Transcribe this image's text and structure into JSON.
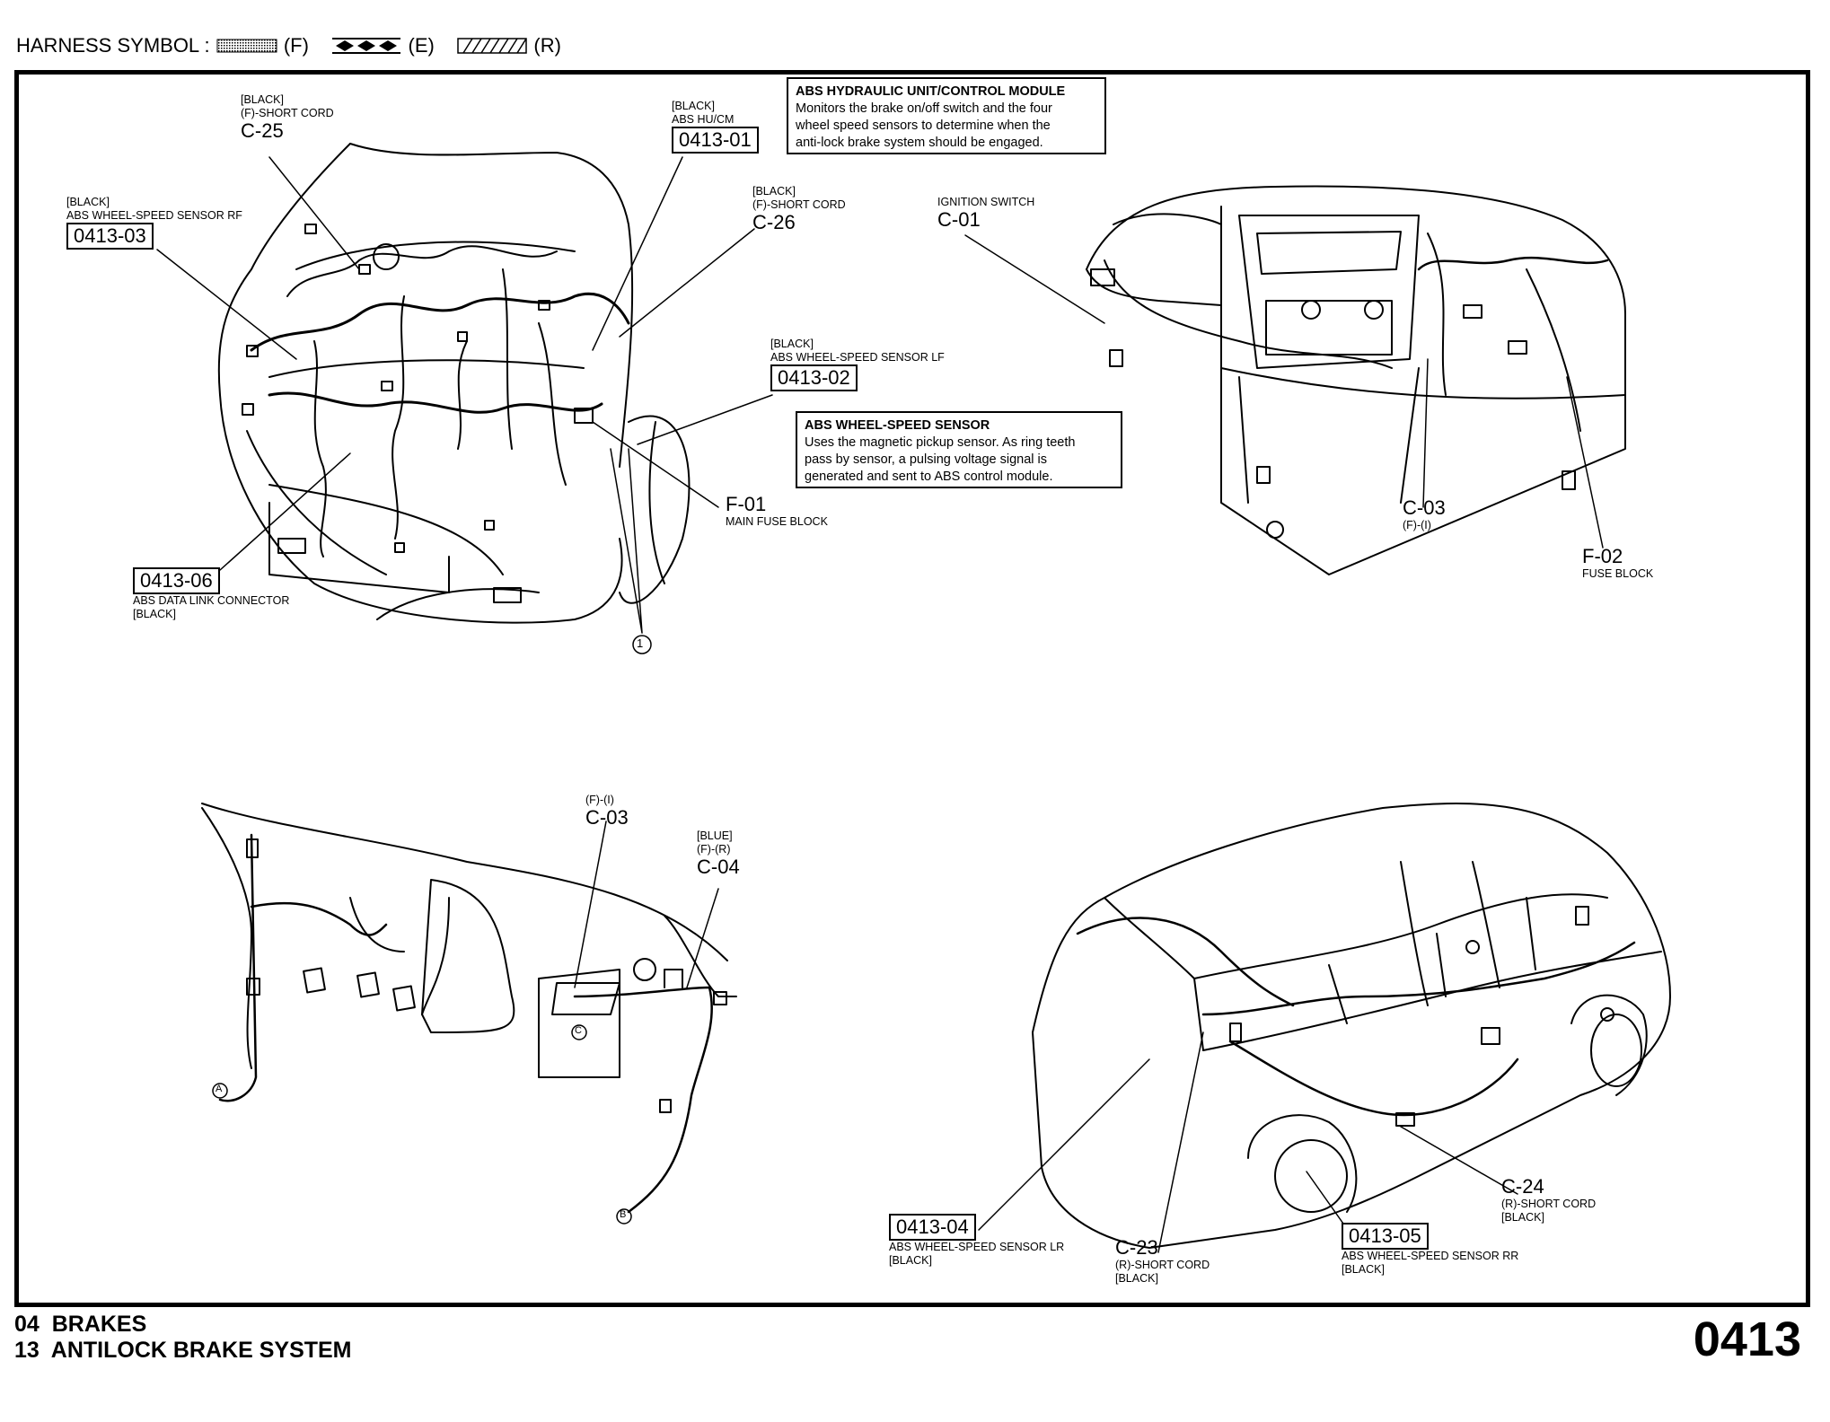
{
  "legend": {
    "label": "HARNESS SYMBOL :",
    "symbols": [
      "(F)",
      "(E)",
      "(R)"
    ]
  },
  "callouts": {
    "c25": {
      "lines": [
        "[BLACK]",
        "(F)-SHORT CORD"
      ],
      "code": "C-25"
    },
    "c0413_01": {
      "lines": [
        "[BLACK]",
        "ABS HU/CM"
      ],
      "code": "0413-01"
    },
    "c0413_03": {
      "lines": [
        "[BLACK]",
        "ABS WHEEL-SPEED SENSOR RF"
      ],
      "code": "0413-03"
    },
    "c26": {
      "lines": [
        "[BLACK]",
        "(F)-SHORT CORD"
      ],
      "code": "C-26"
    },
    "c01": {
      "lines": [
        "IGNITION SWITCH"
      ],
      "code": "C-01"
    },
    "c0413_02": {
      "lines": [
        "[BLACK]",
        "ABS WHEEL-SPEED SENSOR LF"
      ],
      "code": "0413-02"
    },
    "f01": {
      "code": "F-01",
      "lines": [
        "MAIN FUSE BLOCK"
      ]
    },
    "c0413_06": {
      "code": "0413-06",
      "lines": [
        "ABS DATA LINK CONNECTOR",
        "[BLACK]"
      ]
    },
    "c03_top": {
      "code": "C-03",
      "lines": [
        "(F)-(I)"
      ]
    },
    "f02": {
      "code": "F-02",
      "lines": [
        "FUSE BLOCK"
      ]
    },
    "c03_bottom": {
      "lines": [
        "(F)-(I)"
      ],
      "code": "C-03"
    },
    "c04": {
      "lines": [
        "[BLUE]",
        "(F)-(R)"
      ],
      "code": "C-04"
    },
    "c24": {
      "code": "C-24",
      "lines": [
        "(R)-SHORT CORD",
        "[BLACK]"
      ]
    },
    "c0413_04": {
      "code": "0413-04",
      "lines": [
        "ABS WHEEL-SPEED SENSOR LR",
        "[BLACK]"
      ]
    },
    "c23": {
      "code": "C-23",
      "lines": [
        "(R)-SHORT CORD",
        "[BLACK]"
      ]
    },
    "c0413_05": {
      "code": "0413-05",
      "lines": [
        "ABS WHEEL-SPEED SENSOR RR",
        "[BLACK]"
      ]
    }
  },
  "notes": {
    "hu": {
      "title": "ABS HYDRAULIC UNIT/CONTROL MODULE",
      "lines": [
        "Monitors the brake on/off switch and the four",
        "wheel speed sensors to determine when the",
        "anti-lock brake system should be engaged."
      ]
    },
    "ws": {
      "title": "ABS WHEEL-SPEED SENSOR",
      "lines": [
        "Uses the magnetic pickup sensor. As ring teeth",
        "pass by sensor, a pulsing voltage signal is",
        "generated and sent to ABS control module."
      ]
    }
  },
  "markers": {
    "circle_1": "1",
    "a": "A",
    "b": "B",
    "c": "C"
  },
  "footer": {
    "section_num": "04",
    "section": "BRAKES",
    "sub_num": "13",
    "sub": "ANTILOCK BRAKE SYSTEM",
    "page": "0413"
  }
}
